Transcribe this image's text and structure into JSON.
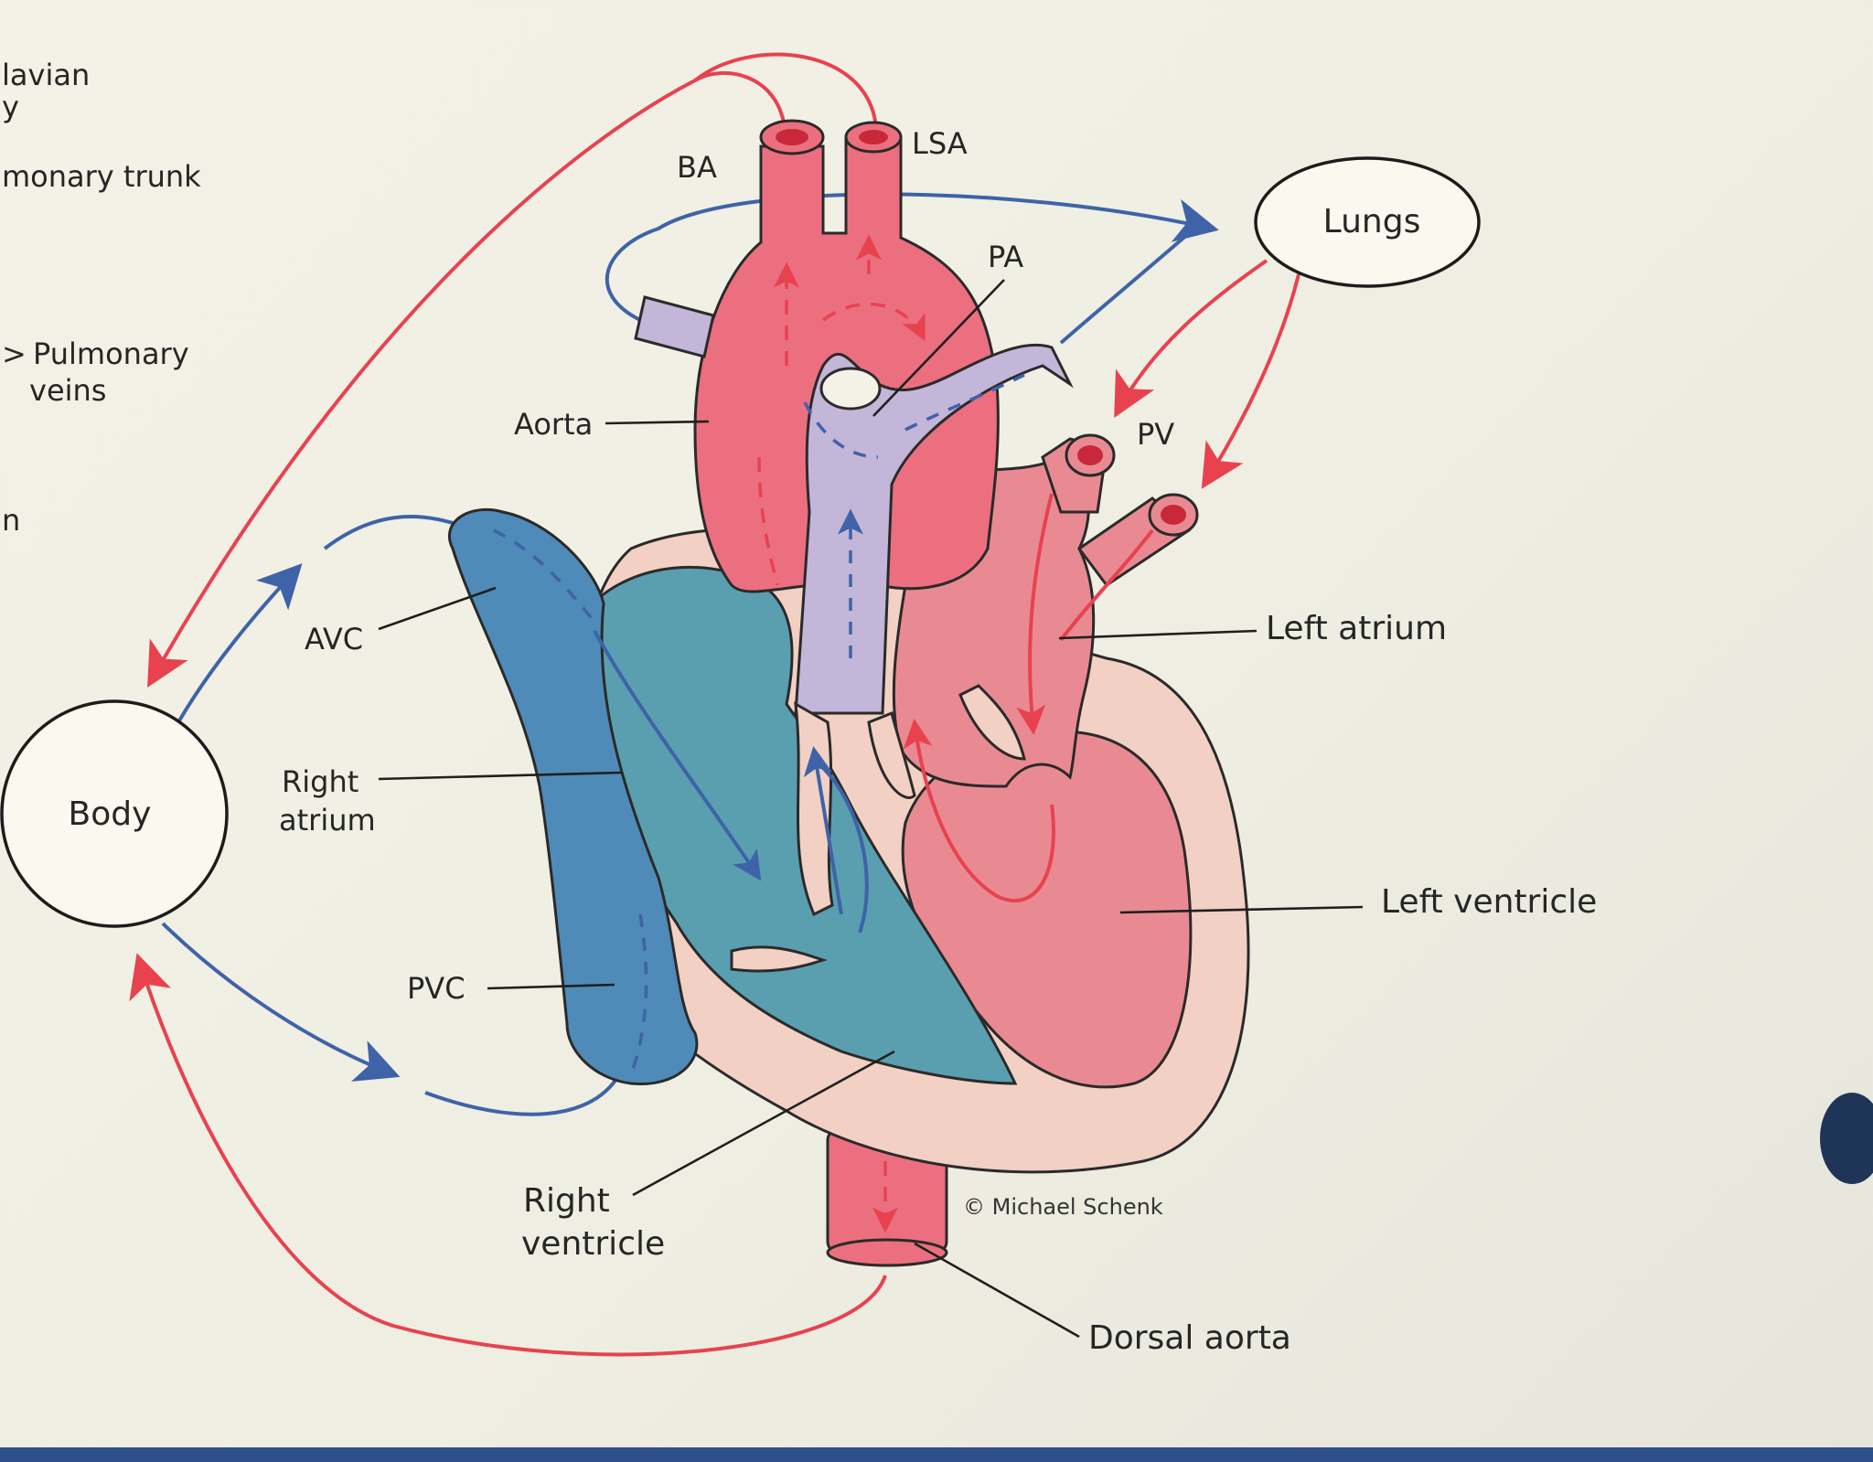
{
  "margin_fragments": {
    "line1": "lavian",
    "line2": "y",
    "line3": "monary trunk",
    "line4_arrow": ">",
    "line4": "Pulmonary",
    "line5": "veins",
    "line6": "n"
  },
  "nodes": {
    "body": "Body",
    "lungs": "Lungs"
  },
  "labels": {
    "ba": "BA",
    "lsa": "LSA",
    "pa": "PA",
    "aorta": "Aorta",
    "pv": "PV",
    "avc": "AVC",
    "right_atrium_1": "Right",
    "right_atrium_2": "atrium",
    "left_atrium": "Left atrium",
    "left_ventricle": "Left ventricle",
    "pvc": "PVC",
    "right_ventricle_1": "Right",
    "right_ventricle_2": "ventricle",
    "dorsal_aorta": "Dorsal aorta",
    "copyright": "© Michael Schenk"
  },
  "colors": {
    "oxygenated": "#e8424f",
    "deoxygenated": "#3e63a8",
    "aorta_fill": "#ec6f80",
    "left_heart_fill": "#e98a92",
    "right_heart_fill": "#5a9fb0",
    "vena_cava_fill": "#4f8bb8",
    "pulmonary_artery_fill": "#c3b6d8",
    "heart_wall_fill": "#f2d0c4"
  }
}
